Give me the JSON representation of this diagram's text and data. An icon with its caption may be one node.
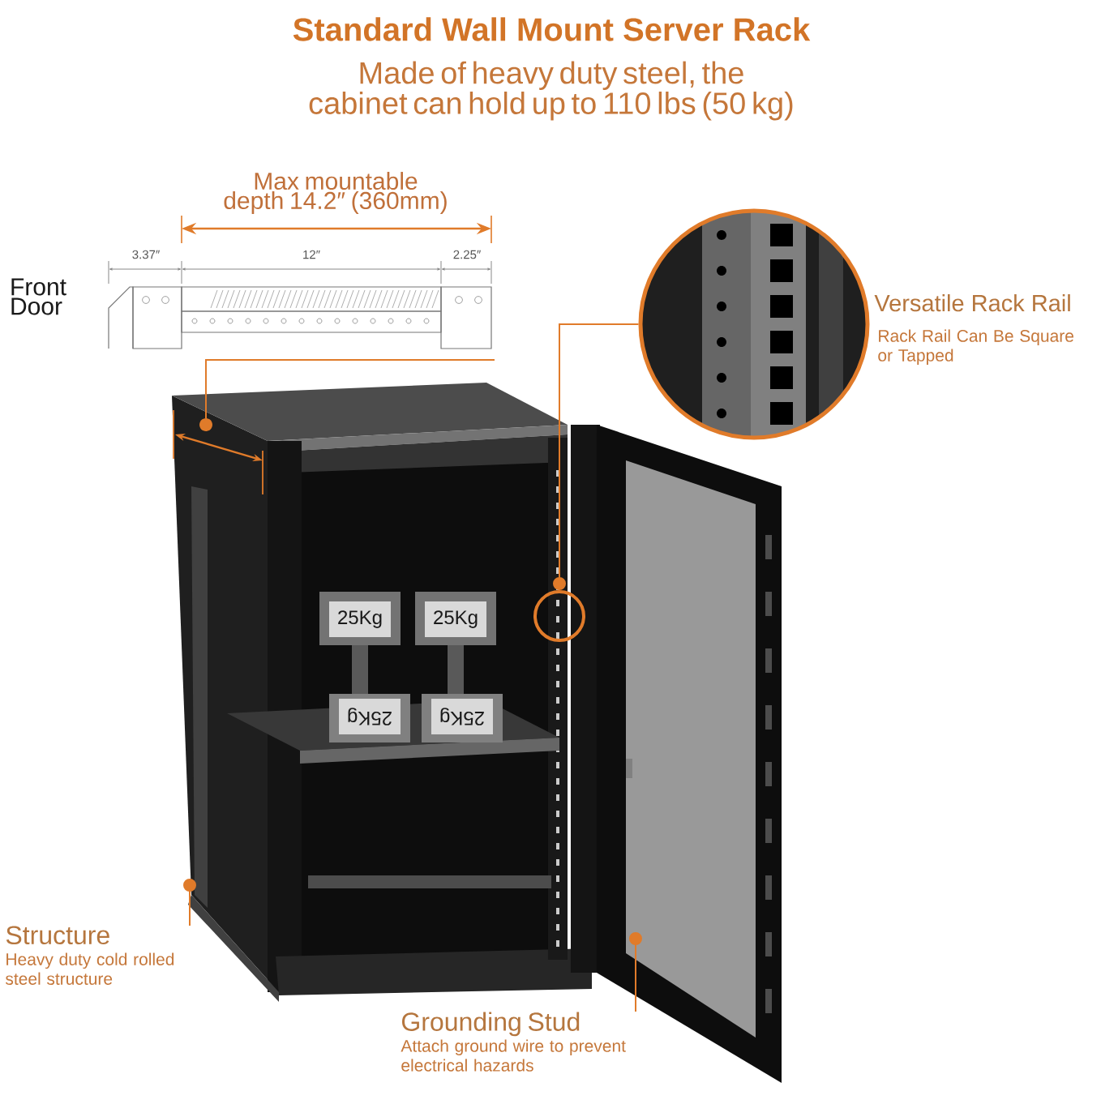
{
  "diagram": {
    "title": "Standard Wall Mount Server Rack",
    "nodes": [
      {
        "text": [],
        "shape": "picture",
        "beside": [
          "Versatile Rack Rail",
          "Rack Rail Can Be Square or Tapped"
        ]
      },
      {
        "text": [],
        "shape": "circle"
      },
      {
        "text": [
          "Structure",
          "Heavy duty cold rolled steel structure"
        ]
      },
      {
        "text": [
          "Grounding Stud",
          "Attach ground wire to prevent electrical hazards"
        ]
      }
    ],
    "edges": [
      {
        "from": 0,
        "to": 1,
        "arrow": "other"
      },
      {
        "from": 2,
        "to": null,
        "arrow": "other"
      },
      {
        "from": 3,
        "to": null,
        "arrow": "other"
      }
    ],
    "labels": [
      "Made of heavy duty steel, the cabinet can hold up to 110 lbs (50 kg)",
      "Max mountable depth 14.2″ (360mm)",
      "3.37″",
      "12″",
      "2.25″",
      "Front Door",
      "25Kg",
      "25Kg",
      "25Kg",
      "25Kg"
    ]
  }
}
